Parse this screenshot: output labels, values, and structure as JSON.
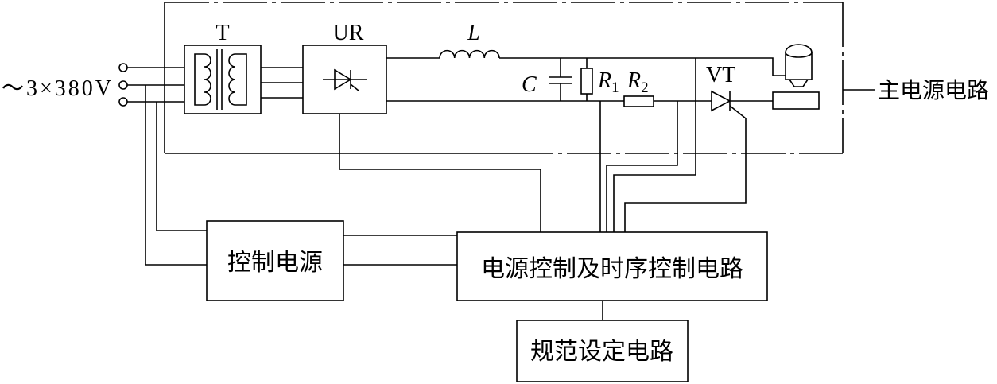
{
  "input": {
    "label": "～3×380V"
  },
  "main_power_circuit": {
    "label": "主电源电路",
    "transformer": {
      "label": "T"
    },
    "rectifier": {
      "label": "UR"
    },
    "inductor": {
      "label": "L"
    },
    "capacitor": {
      "label": "C"
    },
    "resistor_1": {
      "symbol": "R",
      "index": "1"
    },
    "resistor_2": {
      "symbol": "R",
      "index": "2"
    },
    "thyristor": {
      "label": "VT"
    }
  },
  "control_power": {
    "label": "控制电源"
  },
  "control_circuit": {
    "label": "电源控制及时序控制电路"
  },
  "spec_setting_circuit": {
    "label": "规范设定电路"
  }
}
